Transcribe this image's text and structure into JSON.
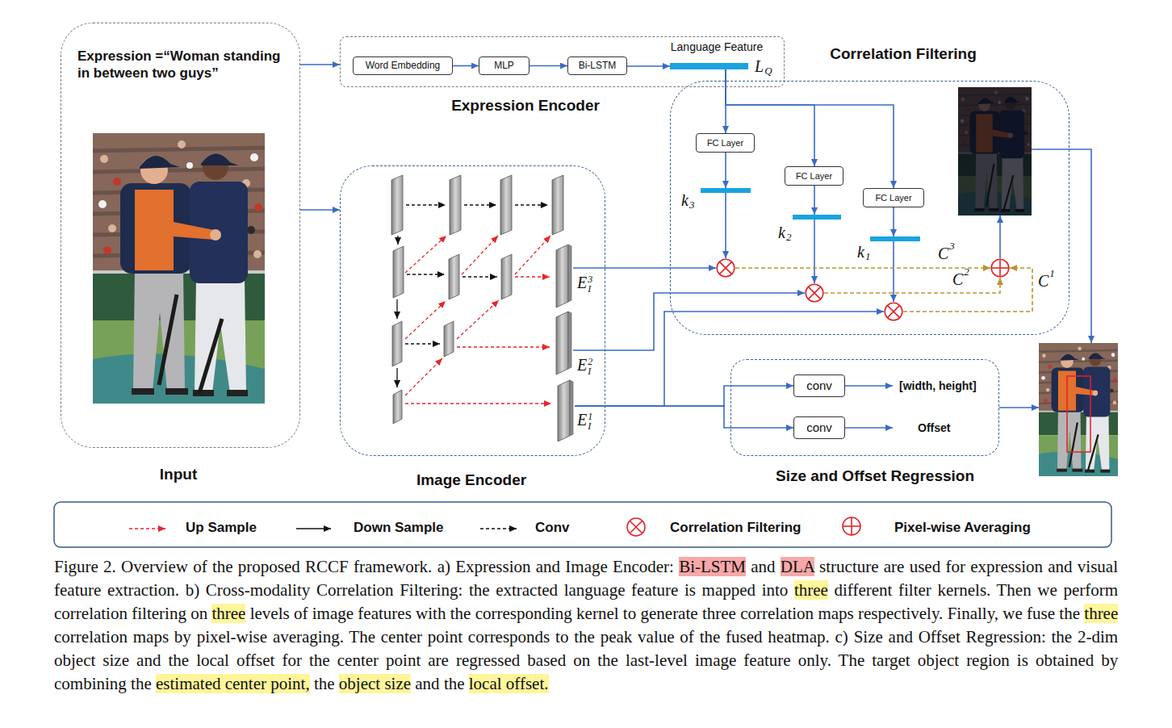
{
  "diagram": {
    "caption": "Figure 2. Overview of the proposed RCCF framework. a) Expression and Image Encoder: Bi-LSTM and DLA structure are used for expression and visual feature extraction. b) Cross-modality Correlation Filtering: the extracted language feature is mapped into three different filter kernels. Then we perform correlation filtering on three levels of image features with the corresponding kernel to generate three correlation maps respectively. Finally, we fuse the three correlation maps by pixel-wise averaging. The center point corresponds to the peak value of the fused heatmap. c) Size and Offset Regression: the 2-dim object size and the local offset for the center point are regressed based on the last-level image feature only. The target object region is obtained by combining the estimated center point, the object size and the local offset.",
    "nodes": [
      {
        "text": [
          "Expression =“Woman standing in between two guys”",
          "Input"
        ]
      },
      {
        "text": [
          "Expression Encoder"
        ]
      },
      {
        "text": [
          "Word Embedding"
        ],
        "in": 1
      },
      {
        "text": [
          "MLP"
        ],
        "in": 1
      },
      {
        "text": [
          "Bi-LSTM"
        ],
        "in": 1
      },
      {
        "text": [
          "Language Feature",
          "LQ"
        ],
        "in": 1
      },
      {
        "text": [
          "Image Encoder"
        ]
      },
      {
        "text": [
          "EI3"
        ],
        "in": 6
      },
      {
        "text": [
          "EI2"
        ],
        "in": 6
      },
      {
        "text": [
          "EI1"
        ],
        "in": 6
      },
      {
        "text": [
          "Correlation Filtering"
        ]
      },
      {
        "text": [
          "FC Layer"
        ],
        "in": 10
      },
      {
        "text": [
          "FC Layer"
        ],
        "in": 10
      },
      {
        "text": [
          "FC Layer"
        ],
        "in": 10
      },
      {
        "text": [
          "k3"
        ],
        "in": 10
      },
      {
        "text": [
          "k2"
        ],
        "in": 10
      },
      {
        "text": [
          "k1"
        ],
        "in": 10
      },
      {
        "text": [],
        "in": 10
      },
      {
        "text": [],
        "in": 10
      },
      {
        "text": [],
        "in": 10
      },
      {
        "text": [],
        "in": 10
      },
      {
        "text": [],
        "in": 10
      },
      {
        "text": [
          "Size and Offset Regression"
        ]
      },
      {
        "text": [
          "conv"
        ],
        "in": 22
      },
      {
        "text": [
          "conv"
        ],
        "in": 22
      },
      {
        "text": []
      }
    ],
    "edges": [
      {
        "from": 0,
        "to": 1,
        "arrow": "to"
      },
      {
        "from": 0,
        "to": 6,
        "arrow": "to"
      },
      {
        "from": 2,
        "to": 3,
        "arrow": "to"
      },
      {
        "from": 3,
        "to": 4,
        "arrow": "to"
      },
      {
        "from": 4,
        "to": 5,
        "arrow": "to"
      },
      {
        "from": 5,
        "to": 11,
        "arrow": "to"
      },
      {
        "from": 5,
        "to": 12,
        "arrow": "to"
      },
      {
        "from": 5,
        "to": 13,
        "arrow": "to"
      },
      {
        "from": 11,
        "to": 14,
        "arrow": "to"
      },
      {
        "from": 12,
        "to": 15,
        "arrow": "to"
      },
      {
        "from": 13,
        "to": 16,
        "arrow": "to"
      },
      {
        "from": 14,
        "to": 17,
        "arrow": "to"
      },
      {
        "from": 15,
        "to": 18,
        "arrow": "to"
      },
      {
        "from": 16,
        "to": 19,
        "arrow": "to"
      },
      {
        "from": 7,
        "to": 17,
        "arrow": "to"
      },
      {
        "from": 8,
        "to": 18,
        "arrow": "to"
      },
      {
        "from": 9,
        "to": 19,
        "arrow": "to"
      },
      {
        "from": 17,
        "to": 20,
        "label": "C3",
        "arrow": "to"
      },
      {
        "from": 18,
        "to": 20,
        "label": "C2",
        "arrow": "to"
      },
      {
        "from": 19,
        "to": 20,
        "label": "C1",
        "arrow": "to"
      },
      {
        "from": 20,
        "to": 21,
        "arrow": "to"
      },
      {
        "from": 21,
        "to": 25,
        "arrow": "to"
      },
      {
        "from": 9,
        "to": 23,
        "arrow": "to"
      },
      {
        "from": 9,
        "to": 24,
        "arrow": "to"
      },
      {
        "from": 22,
        "to": 25,
        "arrow": "to"
      }
    ],
    "labels": [
      "[width, height]",
      "Offset"
    ],
    "legend": [
      {
        "text": "Up Sample"
      },
      {
        "text": "Down Sample"
      },
      {
        "text": "Conv"
      },
      {
        "text": "Correlation Filtering"
      },
      {
        "text": "Pixel-wise Averaging"
      }
    ]
  }
}
